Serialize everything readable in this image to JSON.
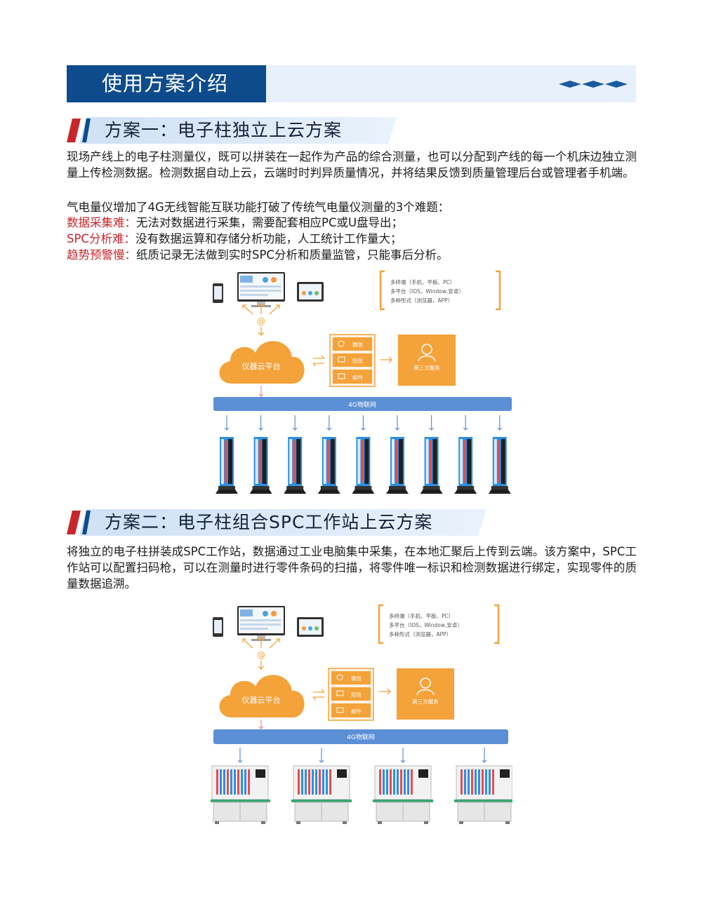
{
  "header": {
    "title": "使用方案介绍"
  },
  "section1": {
    "heading": "方案一：电子柱独立上云方案",
    "intro": "现场产线上的电子柱测量仪，既可以拼装在一起作为产品的综合测量，也可以分配到产线的每一个机床边独立测量上传检测数据。检测数据自动上云，云端时时判异质量情况，并将结果反馈到质量管理后台或管理者手机端。",
    "problems_intro": "气电量仪增加了4G无线智能互联功能打破了传统气电量仪测量的3个难题：",
    "problems": [
      {
        "label": "数据采集难：",
        "text": "无法对数据进行采集，需要配套相应PC或U盘导出；"
      },
      {
        "label": "SPC分析难：",
        "text": "没有数据运算和存储分析功能，人工统计工作量大；"
      },
      {
        "label": "趋势预警慢：",
        "text": "纸质记录无法做到实时SPC分析和质量监管，只能事后分析。"
      }
    ]
  },
  "section2": {
    "heading": "方案二：电子柱组合SPC工作站上云方案",
    "intro": "将独立的电子柱拼装成SPC工作站，数据通过工业电脑集中采集，在本地汇聚后上传到云端。该方案中，SPC工作站可以配置扫码枪，可以在测量时进行零件条码的扫描，将零件唯一标识和检测数据进行绑定，实现零件的质量数据追溯。"
  },
  "diagram": {
    "terminals": [
      "多终端（手机、平板、PC）",
      "多平台（IOS，Window,安卓）",
      "多种形式（浏览器，APP）"
    ],
    "at_symbol": "@",
    "cloud_label": "仪器云平台",
    "channels": [
      "微信",
      "短信",
      "邮件"
    ],
    "third_party": "第三方服务",
    "network": "4G物联网",
    "colors": {
      "orange": "#f4a23a",
      "blue": "#5b8fd6",
      "navy": "#0e4b8c",
      "red": "#c8252c"
    }
  }
}
